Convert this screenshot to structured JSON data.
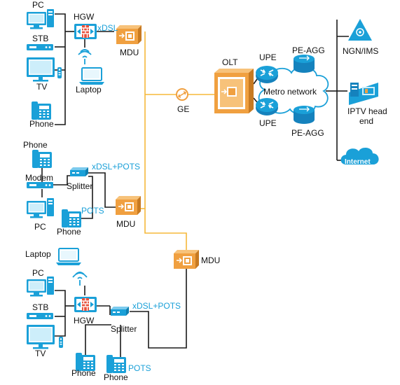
{
  "labels": {
    "pc": "PC",
    "stb": "STB",
    "tv": "TV",
    "phone": "Phone",
    "laptop": "Laptop",
    "hgw": "HGW",
    "mdu": "MDU",
    "xdsl": "xDSL",
    "xdsl_pots": "xDSL+POTS",
    "pots": "POTS",
    "modem": "Modem",
    "splitter": "Splitter",
    "olt": "OLT",
    "ge": "GE",
    "upe": "UPE",
    "pe_agg": "PE-AGG",
    "metro_network": "Metro network",
    "ngn_ims": "NGN/IMS",
    "iptv_head_end_1": "IPTV head",
    "iptv_head_end_2": "end",
    "internet": "Internet"
  },
  "colors": {
    "device_blue": "#1aa0d8",
    "mdu_orange": "#f0a040",
    "fiber_line": "#f5b83a",
    "wire_line": "#1a1a1a",
    "accent_text": "#1aa0d8",
    "cloud_outline": "#1aa0d8"
  },
  "icons": [
    "pc-icon",
    "stb-icon",
    "tv-icon",
    "phone-icon",
    "laptop-icon",
    "hgw-icon",
    "mdu-icon",
    "modem-icon",
    "splitter-icon",
    "olt-icon",
    "router-icon",
    "cloud-icon",
    "server-icon",
    "wifi-icon",
    "ge-port-icon"
  ]
}
